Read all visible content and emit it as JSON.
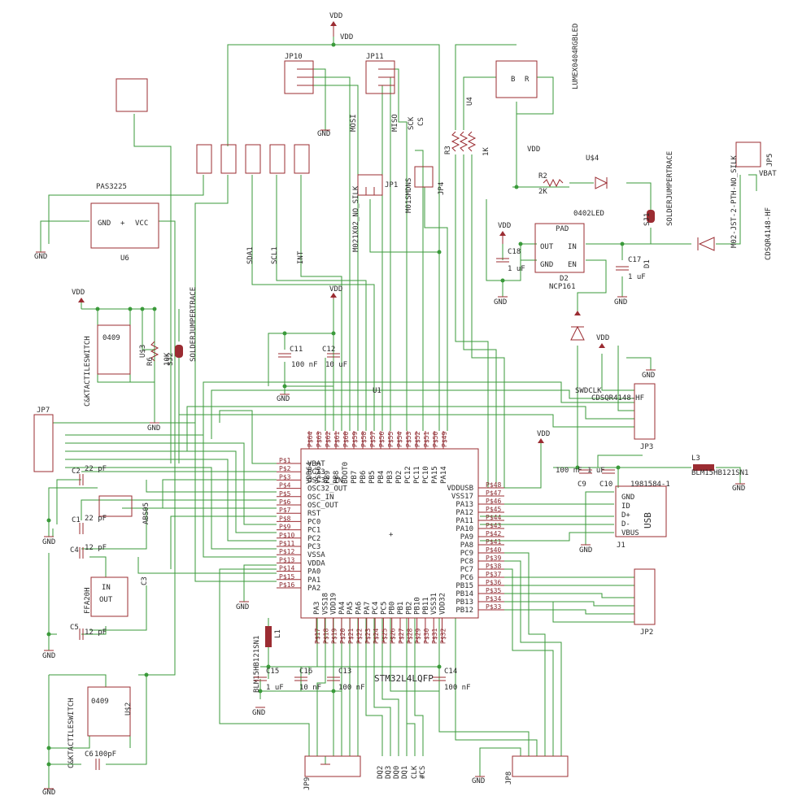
{
  "components": {
    "u1": {
      "ref": "U1",
      "value": "STM32L4LQFP",
      "left_pins": [
        "VBAT",
        "PC13",
        "OSC32_IN",
        "OSC32_OUT",
        "OSC_IN",
        "OSC_OUT",
        "RST",
        "PC0",
        "PC1",
        "PC2",
        "PC3",
        "VSSA",
        "VDDA",
        "PA0",
        "PA1",
        "PA2"
      ],
      "top_pins": [
        "VDD64",
        "VSS63",
        "PB9",
        "PB8",
        "BOOT0",
        "PB7",
        "PB6",
        "PB5",
        "PB4",
        "PB3",
        "PD2",
        "PC12",
        "PC11",
        "PC10",
        "PA15",
        "PA14"
      ],
      "right_pins": [
        "VDDUSB",
        "VSS17",
        "PA13",
        "PA12",
        "PA11",
        "PA10",
        "PA9",
        "PA8",
        "PC9",
        "PC8",
        "PC7",
        "PC6",
        "PB15",
        "PB14",
        "PB13",
        "PB12"
      ],
      "bottom_pins": [
        "PA3",
        "VSS18",
        "VDD19",
        "PA4",
        "PA5",
        "PA6",
        "PA7",
        "PC4",
        "PC5",
        "PB0",
        "PB1",
        "PB2",
        "PB10",
        "PB11",
        "VSS31",
        "VDD32"
      ]
    },
    "u6": {
      "ref": "U6",
      "value": "PAS3225",
      "pins": [
        "GND",
        "VCC"
      ]
    },
    "d2": {
      "ref": "D2",
      "value": "NCP161",
      "pins": [
        "PAD",
        "OUT",
        "IN",
        "GND",
        "EN"
      ]
    },
    "u3": {
      "ref": "U$3",
      "value": "C&KTACTILESWITCH",
      "code": "0409"
    },
    "u2": {
      "ref": "U$2",
      "value": "C&KTACTILESWITCH",
      "code": "0409"
    },
    "u4": {
      "ref": "U4",
      "value": "LUMEX0404RGBLED"
    },
    "u5": {
      "ref": "U$4",
      "value": "0402LED"
    },
    "c3": {
      "ref": "C3",
      "value": "FFA20H",
      "pins": [
        "IN",
        "OUT"
      ]
    },
    "abs05": {
      "ref": "ABS05"
    },
    "j1": {
      "ref": "J1",
      "value": "1981584-1",
      "title": "USB",
      "pins": [
        "GND",
        "ID",
        "D+",
        "D-",
        "VBUS"
      ]
    },
    "l3": {
      "ref": "L3",
      "value": "BLM15HB121SN1"
    },
    "l1": {
      "ref": "L1",
      "value": "BLM15HB121SN1"
    },
    "r2": {
      "ref": "R2",
      "value": "2K"
    },
    "r3": {
      "ref": "R3",
      "value": "1K"
    },
    "r6": {
      "ref": "R6",
      "value": "10K"
    },
    "sj1": {
      "ref": "SJ1",
      "value": "SOLDERJUMPERTRACE"
    },
    "sj2": {
      "ref": "SJ2",
      "value": "SOLDERJUMPERTRACE"
    },
    "d1": {
      "ref": "D1",
      "value": "CDSQR4148-HF"
    },
    "d3": {
      "value": "CDSQR4148-HF"
    },
    "jp1": {
      "ref": "JP1",
      "value": "M021X02_NO_SILK"
    },
    "jp4": {
      "ref": "JP4",
      "value": "M01SMDNS"
    },
    "jp5": {
      "ref": "JP5",
      "value": "M02-JST-2-PTH-NO_SILK"
    },
    "jp10": {
      "ref": "JP10"
    },
    "jp11": {
      "ref": "JP11"
    },
    "jp7": {
      "ref": "JP7"
    },
    "jp3": {
      "ref": "JP3",
      "value": "SWDCLK"
    },
    "jp2": {
      "ref": "JP2"
    },
    "jp8": {
      "ref": "JP8"
    },
    "jp9": {
      "ref": "JP9"
    }
  },
  "capacitors": [
    {
      "ref": "C11",
      "value": "100 nF"
    },
    {
      "ref": "C12",
      "value": "10 uF"
    },
    {
      "ref": "C18",
      "value": "1 uF"
    },
    {
      "ref": "C17",
      "value": "1 uF"
    },
    {
      "ref": "C9",
      "value": "100 nF"
    },
    {
      "ref": "C10",
      "value": "1 uF"
    },
    {
      "ref": "C15",
      "value": "1 uF"
    },
    {
      "ref": "C16",
      "value": "10 nF"
    },
    {
      "ref": "C13",
      "value": "100 nF"
    },
    {
      "ref": "C14",
      "value": "100 nF"
    },
    {
      "ref": "C2",
      "value": "22 pF"
    },
    {
      "ref": "C1",
      "value": "22 pF"
    },
    {
      "ref": "C4",
      "value": "12 pF"
    },
    {
      "ref": "C5",
      "value": "12 pF"
    },
    {
      "ref": "C6",
      "value": "100pF"
    }
  ],
  "nets": {
    "vdd": "VDD",
    "gnd": "GND",
    "vbat": "VBAT",
    "mosi": "MOSI",
    "miso": "MISO",
    "sck": "SCK",
    "cs": "CS",
    "sda": "SDA1",
    "scl": "SCL1",
    "int": "INT",
    "dq": [
      "DQ2",
      "DQ3",
      "DQ0",
      "DQ1"
    ],
    "clk": "CLK",
    "ncs": "#CS"
  },
  "pin_labels": [
    "P$1",
    "P$2",
    "P$3",
    "P$4",
    "P$5"
  ]
}
